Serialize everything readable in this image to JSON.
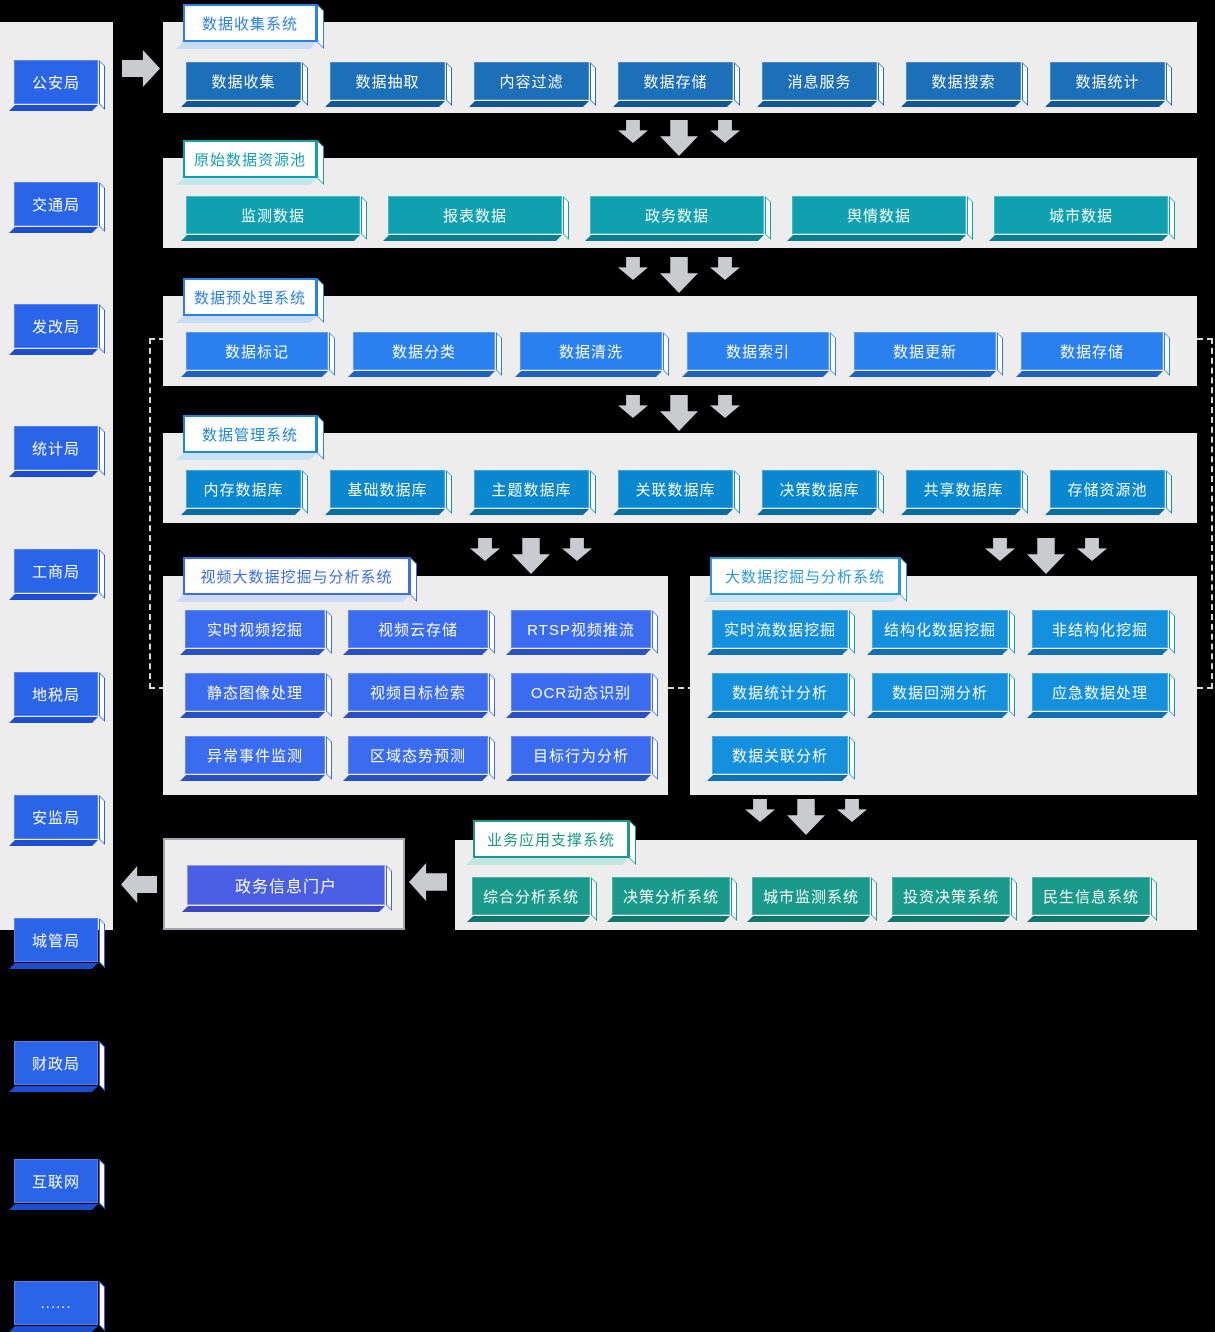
{
  "palette": {
    "background": "#000000",
    "panel": "#ededee",
    "arrow": "#c9cbce",
    "sidebar_node": "#2a64e8",
    "collection_node": "#1d6fb8",
    "raw_pool_node": "#10a1b1",
    "preprocess_node": "#2b80f0",
    "management_node": "#0a88cf",
    "video_mining_node": "#3b6cf0",
    "bigdata_mining_node": "#1590dc",
    "business_node": "#199a8b",
    "portal_node": "#4a5fe4"
  },
  "sidebar": {
    "items": [
      "公安局",
      "交通局",
      "发改局",
      "统计局",
      "工商局",
      "地税局",
      "安监局",
      "城管局",
      "财政局",
      "互联网",
      "......"
    ]
  },
  "sections": {
    "collection": {
      "title": "数据收集系统",
      "items": [
        "数据收集",
        "数据抽取",
        "内容过滤",
        "数据存储",
        "消息服务",
        "数据搜索",
        "数据统计"
      ]
    },
    "raw_pool": {
      "title": "原始数据资源池",
      "items": [
        "监测数据",
        "报表数据",
        "政务数据",
        "舆情数据",
        "城市数据"
      ]
    },
    "preprocess": {
      "title": "数据预处理系统",
      "items": [
        "数据标记",
        "数据分类",
        "数据清洗",
        "数据索引",
        "数据更新",
        "数据存储"
      ]
    },
    "management": {
      "title": "数据管理系统",
      "items": [
        "内存数据库",
        "基础数据库",
        "主题数据库",
        "关联数据库",
        "决策数据库",
        "共享数据库",
        "存储资源池"
      ]
    },
    "video_mining": {
      "title": "视频大数据挖掘与分析系统",
      "items": [
        "实时视频挖掘",
        "视频云存储",
        "RTSP视频推流",
        "静态图像处理",
        "视频目标检索",
        "OCR动态识别",
        "异常事件监测",
        "区域态势预测",
        "目标行为分析"
      ]
    },
    "bigdata_mining": {
      "title": "大数据挖掘与分析系统",
      "items": [
        "实时流数据挖掘",
        "结构化数据挖掘",
        "非结构化挖掘",
        "数据统计分析",
        "数据回溯分析",
        "应急数据处理",
        "数据关联分析"
      ]
    },
    "business": {
      "title": "业务应用支撑系统",
      "items": [
        "综合分析系统",
        "决策分析系统",
        "城市监测系统",
        "投资决策系统",
        "民生信息系统"
      ]
    },
    "portal": {
      "label": "政务信息门户"
    }
  }
}
